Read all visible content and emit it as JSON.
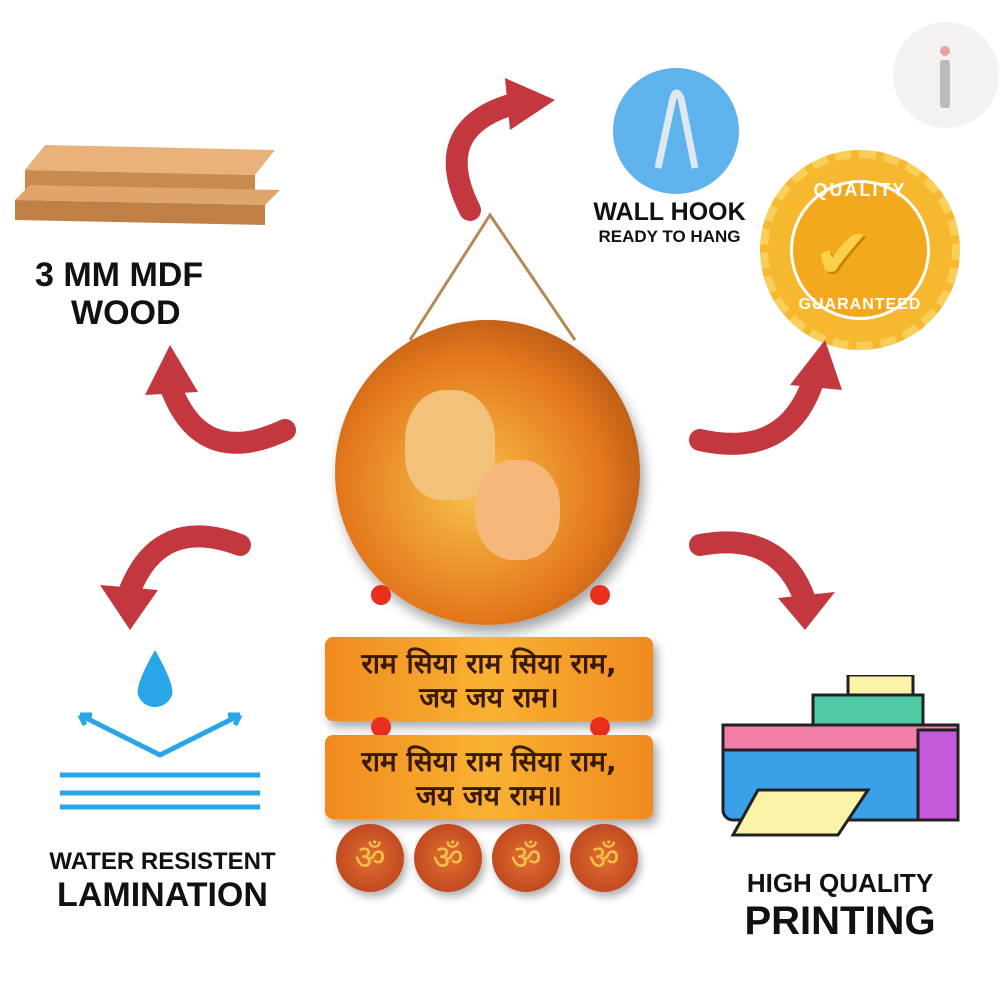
{
  "features": {
    "wood": {
      "line1": "3 MM MDF",
      "line2": "WOOD"
    },
    "hook": {
      "line1": "WALL HOOK",
      "line2": "READY TO HANG"
    },
    "quality": {
      "top": "QUALITY",
      "bottom": "GUARANTEED"
    },
    "water": {
      "line1": "WATER RESISTENT",
      "line2": "LAMINATION"
    },
    "printing": {
      "line1": "HIGH QUALITY",
      "line2": "PRINTING"
    }
  },
  "product": {
    "sign1": {
      "line1": "राम सिया राम सिया राम,",
      "line2": "जय जय राम।"
    },
    "sign2": {
      "line1": "राम सिया राम सिया राम,",
      "line2": "जय जय राम॥"
    },
    "om_symbol": "ॐ"
  },
  "colors": {
    "arrow": "#c3383f",
    "accent": "#f29a1e",
    "badge": "#f5b82e"
  }
}
